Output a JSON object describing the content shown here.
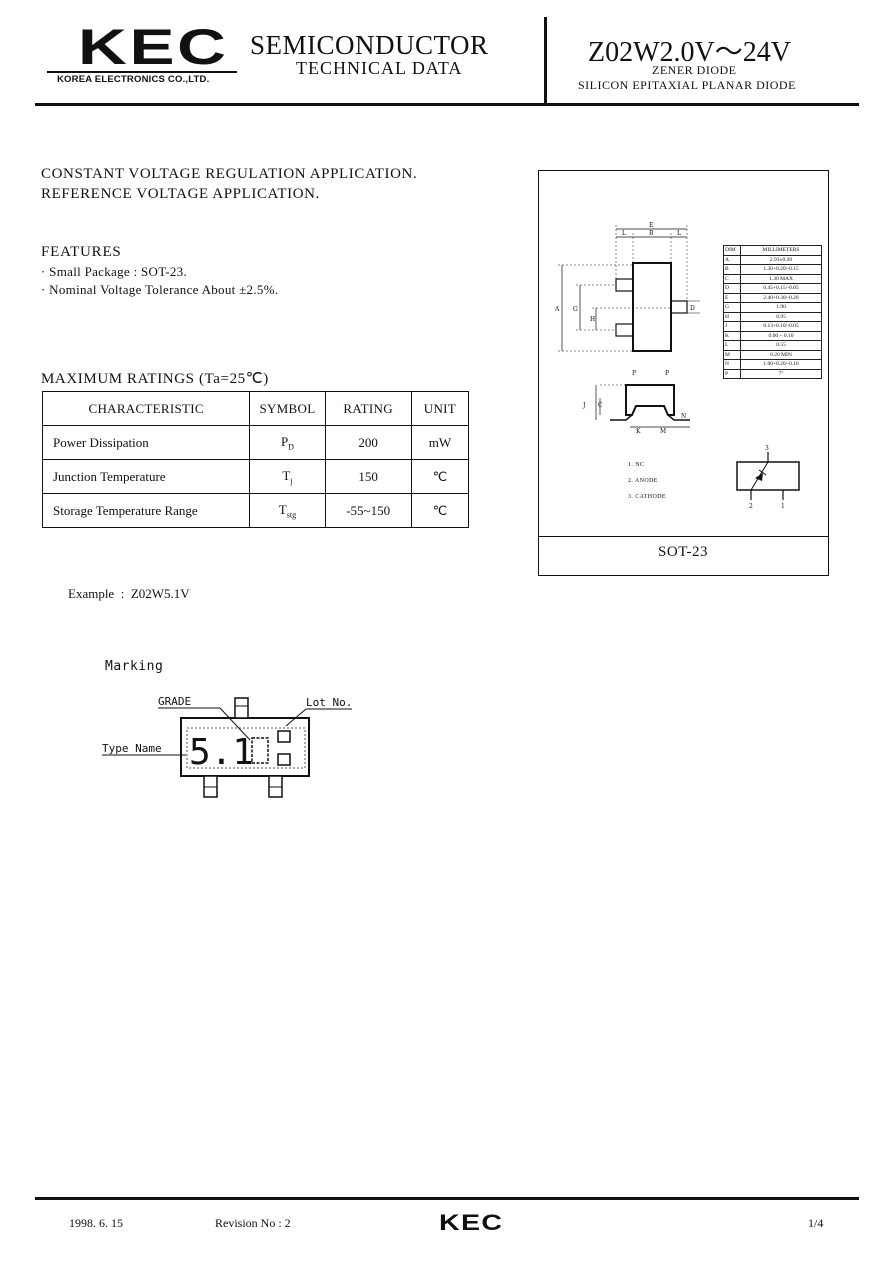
{
  "header": {
    "logo": "KEC",
    "company": "KOREA ELECTRONICS CO.,LTD.",
    "title": "SEMICONDUCTOR",
    "subtitle": "TECHNICAL DATA",
    "part_number": "Z02W2.0V～24V",
    "device_type": "ZENER DIODE",
    "device_desc": "SILICON EPITAXIAL PLANAR DIODE"
  },
  "applications": [
    "CONSTANT VOLTAGE REGULATION APPLICATION.",
    "REFERENCE VOLTAGE APPLICATION."
  ],
  "features": {
    "title": "FEATURES",
    "items": [
      "· Small Package : SOT-23.",
      "· Nominal Voltage Tolerance About ±2.5%."
    ]
  },
  "max_ratings": {
    "title": "MAXIMUM RATINGS (Ta=25℃)",
    "headers": [
      "CHARACTERISTIC",
      "SYMBOL",
      "RATING",
      "UNIT"
    ],
    "rows": [
      {
        "characteristic": "Power Dissipation",
        "symbol": "P",
        "symbol_sub": "D",
        "rating": "200",
        "unit": "mW"
      },
      {
        "characteristic": "Junction Temperature",
        "symbol": "T",
        "symbol_sub": "j",
        "rating": "150",
        "unit": "℃"
      },
      {
        "characteristic": "Storage Temperature Range",
        "symbol": "T",
        "symbol_sub": "stg",
        "rating": "-55~150",
        "unit": "℃"
      }
    ]
  },
  "example": {
    "label": "Example",
    "separator": ":",
    "value": "Z02W5.1V"
  },
  "marking": {
    "title": "Marking",
    "grade_label": "GRADE",
    "lot_label": "Lot No.",
    "type_label": "Type Name",
    "display_text": "5.1"
  },
  "package": {
    "name": "SOT-23",
    "dim_header": [
      "DIM",
      "MILLIMETERS"
    ],
    "dims": [
      [
        "A",
        "2.93±0.20"
      ],
      [
        "B",
        "1.30+0.20/-0.15"
      ],
      [
        "C",
        "1.30 MAX"
      ],
      [
        "D",
        "0.45+0.15/-0.05"
      ],
      [
        "E",
        "2.40+0.30/-0.20"
      ],
      [
        "G",
        "1.90"
      ],
      [
        "H",
        "0.95"
      ],
      [
        "J",
        "0.13+0.10/-0.05"
      ],
      [
        "K",
        "0.00 ~ 0.10"
      ],
      [
        "L",
        "0.55"
      ],
      [
        "M",
        "0.20 MIN"
      ],
      [
        "N",
        "1.00+0.20/-0.10"
      ],
      [
        "P",
        "7°"
      ]
    ],
    "pins": [
      "1. NC",
      "2. ANODE",
      "3. CATHODE"
    ],
    "dim_letters": [
      "E",
      "B",
      "L",
      "L",
      "A",
      "G",
      "H",
      "D",
      "J",
      "C",
      "P",
      "P",
      "K",
      "M",
      "N"
    ],
    "pin_numbers": [
      "3",
      "2",
      "1"
    ]
  },
  "footer": {
    "date": "1998. 6. 15",
    "revision": "Revision No : 2",
    "logo": "KEC",
    "page": "1/4"
  }
}
